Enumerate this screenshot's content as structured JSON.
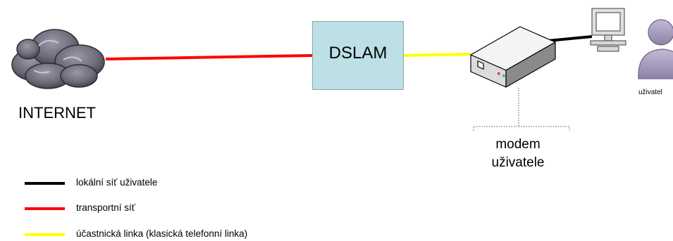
{
  "internet": {
    "label": "INTERNET"
  },
  "dslam": {
    "label": "DSLAM"
  },
  "modem": {
    "label_line1": "modem",
    "label_line2": "uživatele"
  },
  "user": {
    "label": "uživatel"
  },
  "colors": {
    "local_network": "#000000",
    "transport_network": "#ff0000",
    "subscriber_line": "#ffff00",
    "dslam_fill": "#bddfe6",
    "cloud": "#6e6a78",
    "person": "#a99cbf"
  },
  "legend": [
    {
      "label": "lokální síť uživatele",
      "color": "#000000"
    },
    {
      "label": "transportní síť",
      "color": "#ff0000"
    },
    {
      "label": "účastnická linka (klasická telefonní linka)",
      "color": "#ffff00"
    }
  ],
  "icons": [
    "cloud-icon",
    "modem-icon",
    "computer-icon",
    "person-icon"
  ]
}
